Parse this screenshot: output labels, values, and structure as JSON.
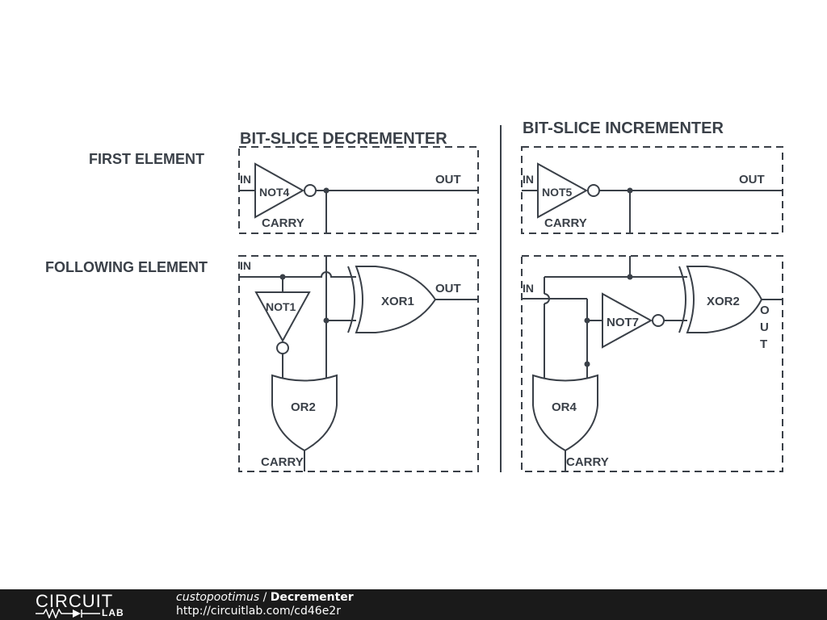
{
  "headings": {
    "decrementer": "BIT-SLICE DECREMENTER",
    "incrementer": "BIT-SLICE INCREMENTER",
    "first_element": "FIRST ELEMENT",
    "following_element": "FOLLOWING ELEMENT"
  },
  "labels": {
    "in": "IN",
    "out": "OUT",
    "carry": "CARRY",
    "out_vertical": [
      "O",
      "U",
      "T"
    ]
  },
  "components": {
    "not4": "NOT4",
    "not5": "NOT5",
    "not1": "NOT1",
    "not7": "NOT7",
    "xor1": "XOR1",
    "xor2": "XOR2",
    "or2": "OR2",
    "or4": "OR4"
  },
  "footer": {
    "logo_top": "CIRCUIT",
    "logo_bottom": "LAB",
    "author": "custopootimus",
    "separator": " / ",
    "title": "Decrementer",
    "url": "http://circuitlab.com/cd46e2r"
  },
  "colors": {
    "ink": "#3a4048",
    "footer_bg": "#1a1a1a",
    "footer_text": "#ffffff"
  }
}
